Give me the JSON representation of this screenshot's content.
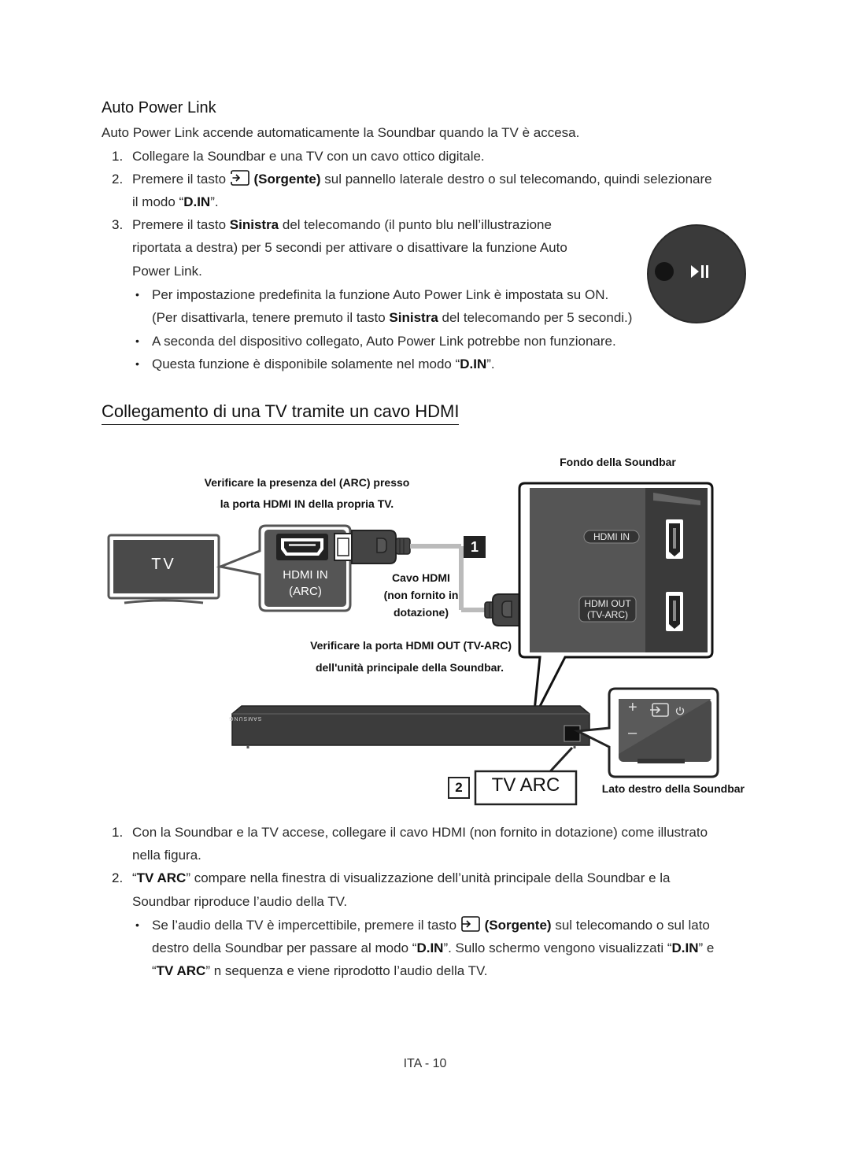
{
  "section1": {
    "heading": "Auto Power Link",
    "intro": "Auto Power Link accende automaticamente la Soundbar quando la TV è accesa.",
    "steps": [
      {
        "num": "1.",
        "text": "Collegare la Soundbar e una TV con un cavo ottico digitale."
      },
      {
        "num": "2.",
        "pre": "Premere il tasto",
        "key": "(Sorgente)",
        "post": "sul pannello laterale destro o sul telecomando, quindi selezionare",
        "line2_pre": "il modo “",
        "line2_key": "D.IN",
        "line2_post": "”."
      },
      {
        "num": "3.",
        "pre": "Premere il tasto",
        "key": "Sinistra",
        "post": "del telecomando (il punto blu nell’illustrazione",
        "line2": "riportata a destra) per 5 secondi per attivare o disattivare la funzione Auto",
        "line3": "Power Link."
      }
    ],
    "bullets": [
      {
        "text": "Per impostazione predefinita la funzione Auto Power Link è impostata su ON.",
        "line2_pre": "(Per disattivarla, tenere premuto il tasto",
        "line2_key": "Sinistra",
        "line2_post": "del telecomando per 5 secondi.)"
      },
      {
        "text": "A seconda del dispositivo collegato, Auto Power Link potrebbe non funzionare."
      },
      {
        "pre": "Questa funzione è disponibile solamente nel modo “",
        "key": "D.IN",
        "post": "”."
      }
    ]
  },
  "section2": {
    "heading": "Collegamento di una TV tramite un cavo HDMI",
    "diagram": {
      "bottom_label": "Fondo della Soundbar",
      "check_arc_line1": "Verificare la presenza del (ARC) presso",
      "check_arc_line2": "la porta HDMI IN della propria TV.",
      "tv_label": "TV",
      "tv_port_line1": "HDMI IN",
      "tv_port_line2": "(ARC)",
      "cable_line1": "Cavo HDMI",
      "cable_line2": "(non fornito in",
      "cable_line3": "dotazione)",
      "port_hdmi_in": "HDMI IN",
      "port_hdmi_out_line1": "HDMI OUT",
      "port_hdmi_out_line2": "(TV-ARC)",
      "check_out_line1": "Verificare la porta HDMI OUT (TV-ARC)",
      "check_out_line2": "dell'unità principale della Soundbar.",
      "brand": "SAMSUNG",
      "step1_badge": "1",
      "step2_badge": "2",
      "display_text": "TV ARC",
      "right_side_label": "Lato destro della Soundbar",
      "panel_plus": "+",
      "panel_minus": "–"
    },
    "steps": [
      {
        "num": "1.",
        "text": "Con la Soundbar e la TV accese, collegare il cavo HDMI (non fornito in dotazione) come illustrato",
        "line2": "nella figura."
      },
      {
        "num": "2.",
        "pre": "“",
        "key": "TV ARC",
        "post": "” compare nella finestra di visualizzazione dell’unità principale della Soundbar e la",
        "line2": "Soundbar riproduce l’audio della TV."
      }
    ],
    "bullet": {
      "pre": "Se l’audio della TV è impercettibile, premere il tasto",
      "key": "(Sorgente)",
      "post": "sul telecomando o sul lato",
      "line2_pre": "destro della Soundbar per passare al modo “",
      "line2_key1": "D.IN",
      "line2_mid": "”. Sullo schermo vengono visualizzati “",
      "line2_key2": "D.IN",
      "line2_post": "” e",
      "line3_pre": "“",
      "line3_key": "TV ARC",
      "line3_post": "” n sequenza e viene riprodotto l’audio della TV."
    }
  },
  "footer": {
    "page": "ITA - 10"
  },
  "colors": {
    "remote_bg": "#3a3a3a",
    "dot_blue": "#2a4fa8",
    "tv_frame": "#555555",
    "soundbar": "#3c3c3c"
  }
}
